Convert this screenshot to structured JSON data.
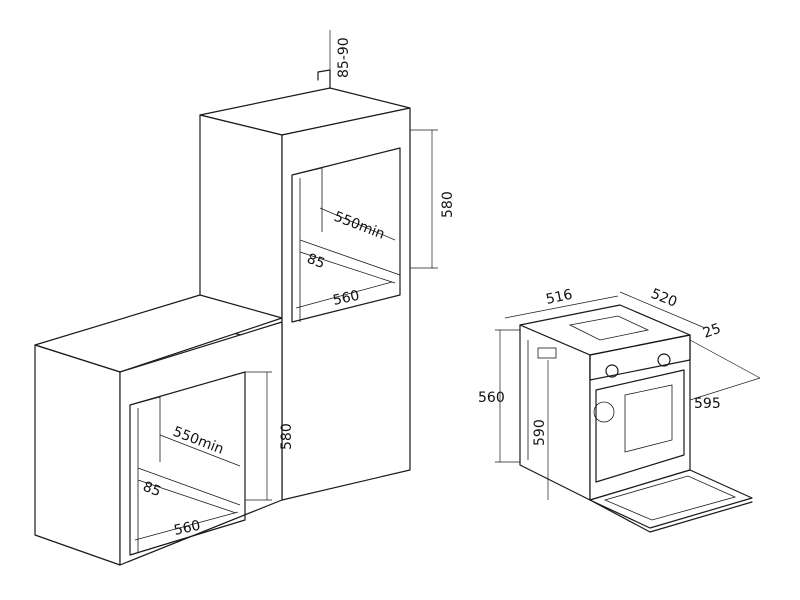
{
  "diagram": {
    "tall_unit": {
      "top_gap": "85-90",
      "height": "580",
      "depth": "550min",
      "base_inset": "85",
      "width": "560"
    },
    "low_unit": {
      "height": "580",
      "depth": "550min",
      "base_inset": "85",
      "width": "560"
    },
    "oven": {
      "width": "516",
      "depth": "520",
      "door_offset": "25",
      "side_depth": "595",
      "front_height": "560",
      "inner_height": "590"
    }
  },
  "colors": {
    "line": "#1a1a1a",
    "background": "#ffffff"
  }
}
